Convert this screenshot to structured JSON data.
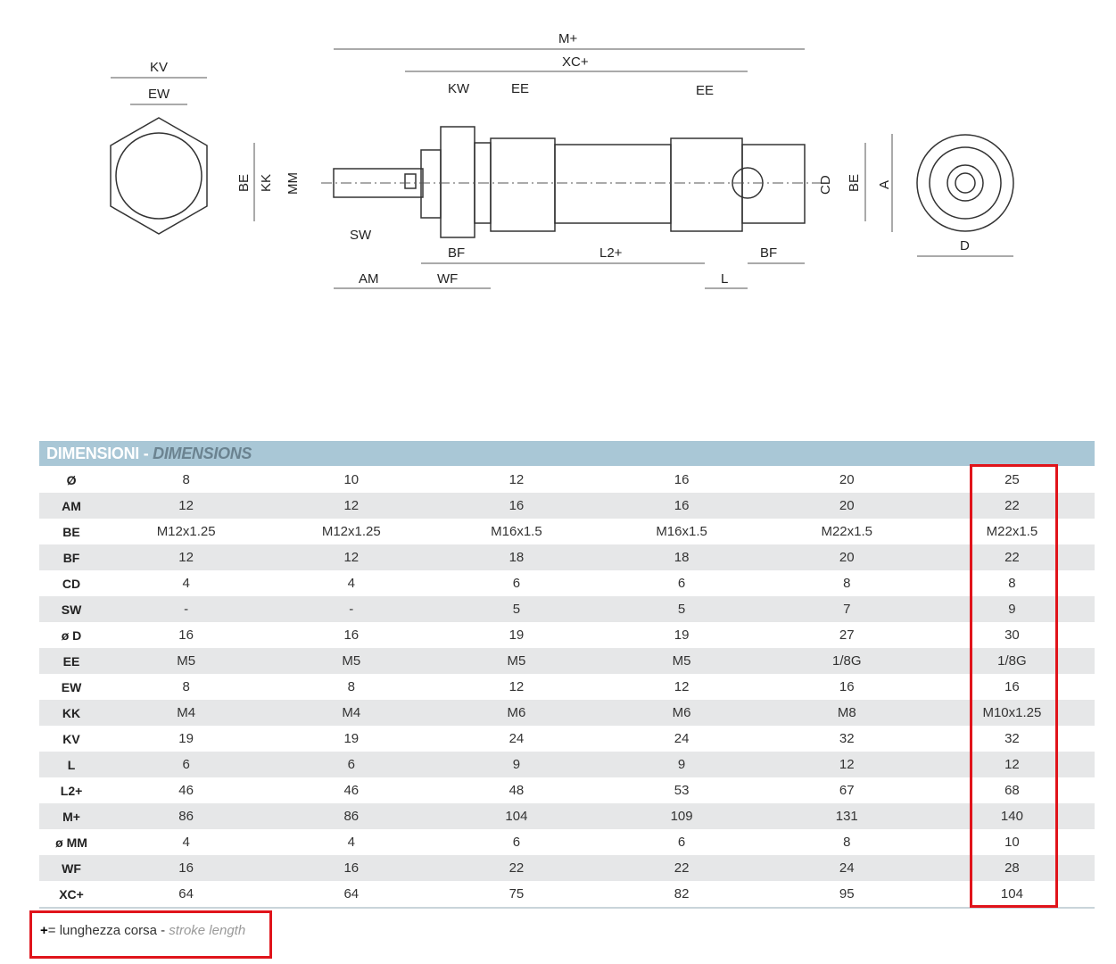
{
  "drawing": {
    "labels": {
      "kv": "KV",
      "ew": "EW",
      "be_left": "BE",
      "kk": "KK",
      "mm": "MM",
      "sw": "SW",
      "am": "AM",
      "wf": "WF",
      "bf_left": "BF",
      "kw": "KW",
      "ee_left": "EE",
      "ee_right": "EE",
      "m": "M+",
      "xc": "XC+",
      "l2": "L2+",
      "l": "L",
      "bf_right": "BF",
      "cd": "CD",
      "be_right": "BE",
      "a": "A",
      "d": "D"
    }
  },
  "table": {
    "title_it": "DIMENSIONI",
    "title_sep": " - ",
    "title_en": "DIMENSIONS",
    "rows": [
      {
        "label": "Ø",
        "values": [
          "8",
          "10",
          "12",
          "16",
          "20",
          "25"
        ]
      },
      {
        "label": "AM",
        "values": [
          "12",
          "12",
          "16",
          "16",
          "20",
          "22"
        ]
      },
      {
        "label": "BE",
        "values": [
          "M12x1.25",
          "M12x1.25",
          "M16x1.5",
          "M16x1.5",
          "M22x1.5",
          "M22x1.5"
        ]
      },
      {
        "label": "BF",
        "values": [
          "12",
          "12",
          "18",
          "18",
          "20",
          "22"
        ]
      },
      {
        "label": "CD",
        "values": [
          "4",
          "4",
          "6",
          "6",
          "8",
          "8"
        ]
      },
      {
        "label": "SW",
        "values": [
          "-",
          "-",
          "5",
          "5",
          "7",
          "9"
        ]
      },
      {
        "label": "ø D",
        "values": [
          "16",
          "16",
          "19",
          "19",
          "27",
          "30"
        ]
      },
      {
        "label": "EE",
        "values": [
          "M5",
          "M5",
          "M5",
          "M5",
          "1/8G",
          "1/8G"
        ]
      },
      {
        "label": "EW",
        "values": [
          "8",
          "8",
          "12",
          "12",
          "16",
          "16"
        ]
      },
      {
        "label": "KK",
        "values": [
          "M4",
          "M4",
          "M6",
          "M6",
          "M8",
          "M10x1.25"
        ]
      },
      {
        "label": "KV",
        "values": [
          "19",
          "19",
          "24",
          "24",
          "32",
          "32"
        ]
      },
      {
        "label": "L",
        "values": [
          "6",
          "6",
          "9",
          "9",
          "12",
          "12"
        ]
      },
      {
        "label": "L2+",
        "values": [
          "46",
          "46",
          "48",
          "53",
          "67",
          "68"
        ]
      },
      {
        "label": "M+",
        "values": [
          "86",
          "86",
          "104",
          "109",
          "131",
          "140"
        ]
      },
      {
        "label": "ø MM",
        "values": [
          "4",
          "4",
          "6",
          "6",
          "8",
          "10"
        ]
      },
      {
        "label": "WF",
        "values": [
          "16",
          "16",
          "22",
          "22",
          "24",
          "28"
        ]
      },
      {
        "label": "XC+",
        "values": [
          "64",
          "64",
          "75",
          "82",
          "95",
          "104"
        ]
      }
    ]
  },
  "note": {
    "plus": "+",
    "text": "= lunghezza corsa",
    "sep": " - ",
    "en": "stroke length"
  }
}
